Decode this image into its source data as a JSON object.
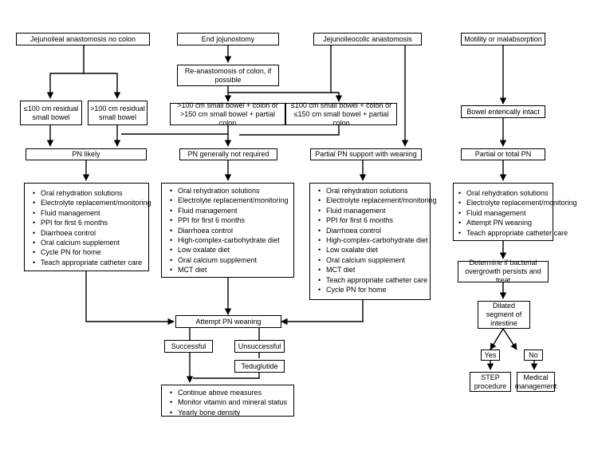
{
  "top": {
    "jejunoileal": "Jejunoileal anastomosis no colon",
    "end_jejunostomy": "End jojunostomy",
    "jejunoileocolic": "Jejunoileocolic anastomosis",
    "motility": "Motility or malabsorption"
  },
  "reanastomosis": "Re-anastomosis of colon, if possible",
  "residual_le100": "≤100 cm residual small bowel",
  "residual_gt100": ">100 cm residual small bowel",
  "colon_gt100": ">100 cm small bowel + colon or >150 cm small bowel + partial colon",
  "colon_le100": "≤100 cm small bowel + colon or ≤150 cm small bowel + partial colon",
  "bowel_intact": "Bowel enterically intact",
  "outcomes": {
    "pn_likely": "PN likely",
    "pn_not_required": "PN generally not required",
    "partial_pn": "Partial PN support with weaning",
    "partial_or_total": "Partial or total PN"
  },
  "lists": {
    "pn_likely": [
      "Oral rehydration solutions",
      "Electrolyte replacement/monitoring",
      "Fluid management",
      "PPI for first 6 months",
      "Diarrhoea control",
      "Oral calcium supplement",
      "Cycle PN for home",
      "Teach appropriate catheter care"
    ],
    "pn_not_required": [
      "Oral rehydration solutions",
      "Electrolyte replacement/monitoring",
      "Fluid management",
      "PPI for first 6 months",
      "Diarrhoea control",
      "High-complex-carbohydrate diet",
      "Low oxalate diet",
      "Oral calcium supplement",
      "MCT diet"
    ],
    "partial_pn": [
      "Oral rehydration solutions",
      "Electrolyte replacement/monitoring",
      "Fluid management",
      "PPI for first 6 months",
      "Diarrhoea control",
      "High-complex-carbohydrate diet",
      "Low oxalate diet",
      "Oral calcium supplement",
      "MCT diet",
      "Teach appropriate catheter care",
      "Cycle PN for home"
    ],
    "partial_or_total": [
      "Oral rehydration solutions",
      "Electrolyte replacement/monitoring",
      "Fluid management",
      "Attempt PN weaning",
      "Teach appropriate catheter care"
    ],
    "final": [
      "Continue above measures",
      "Monitor vitamin and mineral status",
      "Yearly bone density"
    ]
  },
  "weaning": "Attempt PN weaning",
  "successful": "Successful",
  "unsuccessful": "Unsuccessful",
  "teduglutide": "Teduglutide",
  "bacterial": "Determine if bacterial overgrowth persists and treat",
  "dilated": "Dilated segment of intestine",
  "yes": "Yes",
  "no": "No",
  "step": "STEP procedure",
  "medical": "Medical management"
}
